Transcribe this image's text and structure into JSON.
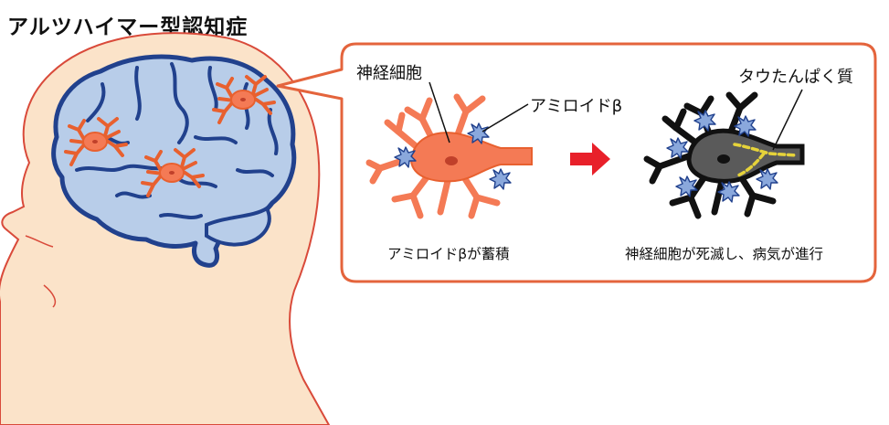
{
  "title": "アルツハイマー型認知症",
  "labels": {
    "neuron": "神経細胞",
    "amyloid": "アミロイドβ",
    "tau": "タウたんぱく質"
  },
  "captions": {
    "left": "アミロイドβが蓄積",
    "right": "神経細胞が死滅し、病気が進行"
  },
  "colors": {
    "skin": "#fbe3c9",
    "skin_outline": "#d94a3a",
    "brain": "#b8cde9",
    "brain_outline": "#21418d",
    "neuron": "#f47a55",
    "neuron_dark": "#e8602f",
    "dead_neuron": "#5a5a5a",
    "panel_border": "#e4643c",
    "arrow": "#e8202a",
    "tau": "#e6d33a",
    "amyloid": "#8aa8dc"
  }
}
